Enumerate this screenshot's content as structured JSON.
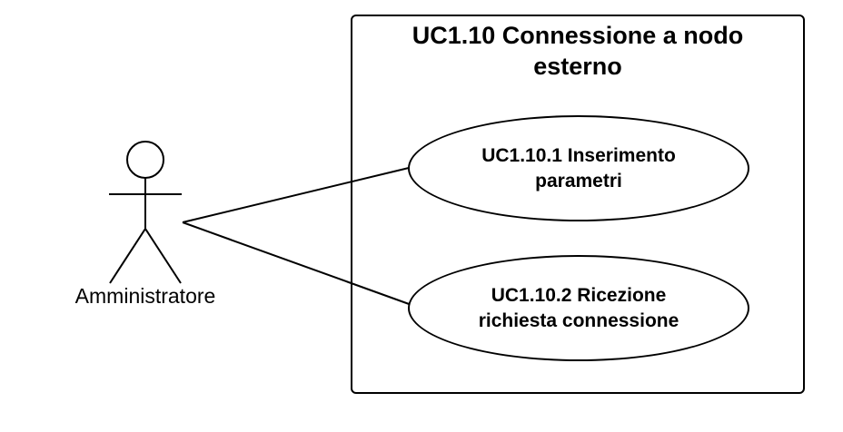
{
  "diagram": {
    "system": {
      "title": "UC1.10 Connessione a nodo\nesterno"
    },
    "actor": {
      "label": "Amministratore"
    },
    "use_cases": [
      {
        "label": "UC1.10.1 Inserimento\nparametri"
      },
      {
        "label": "UC1.10.2 Ricezione\nrichiesta connessione"
      }
    ],
    "associations": [
      {
        "from": "Amministratore",
        "to": "UC1.10.1 Inserimento parametri"
      },
      {
        "from": "Amministratore",
        "to": "UC1.10.2 Ricezione richiesta connessione"
      }
    ]
  },
  "colors": {
    "stroke": "#000000",
    "background": "#ffffff"
  }
}
